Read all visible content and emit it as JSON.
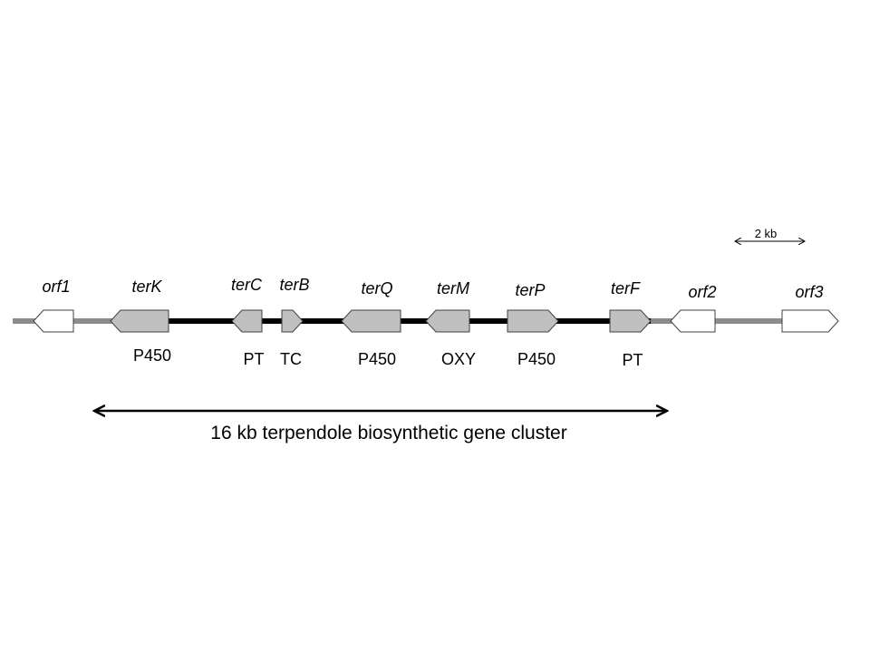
{
  "scale_bar": {
    "label": "2 kb"
  },
  "cluster_span": {
    "label": "16 kb terpendole biosynthetic gene cluster"
  },
  "colors": {
    "flank_line": "#8c8c8c",
    "cluster_line": "#000000",
    "cluster_gene_fill": "#c0c0c0",
    "flank_gene_fill": "#ffffff",
    "outline": "#404040"
  },
  "genes": [
    {
      "name": "orf1",
      "function": "",
      "direction": "left",
      "in_cluster": false
    },
    {
      "name": "terK",
      "function": "P450",
      "direction": "left",
      "in_cluster": true
    },
    {
      "name": "terC",
      "function": "PT",
      "direction": "left",
      "in_cluster": true
    },
    {
      "name": "terB",
      "function": "TC",
      "direction": "right",
      "in_cluster": true
    },
    {
      "name": "terQ",
      "function": "P450",
      "direction": "left",
      "in_cluster": true
    },
    {
      "name": "terM",
      "function": "OXY",
      "direction": "left",
      "in_cluster": true
    },
    {
      "name": "terP",
      "function": "P450",
      "direction": "right",
      "in_cluster": true
    },
    {
      "name": "terF",
      "function": "PT",
      "direction": "right",
      "in_cluster": true
    },
    {
      "name": "orf2",
      "function": "",
      "direction": "left",
      "in_cluster": false
    },
    {
      "name": "orf3",
      "function": "",
      "direction": "right",
      "in_cluster": false
    }
  ]
}
